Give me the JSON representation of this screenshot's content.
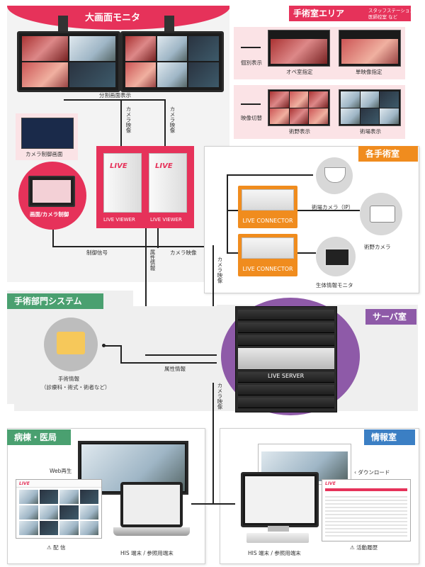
{
  "sections": {
    "large_monitor": "大画面モニタ",
    "or_area": "手術室エリア",
    "or_area_sub1": "スタッフステーション",
    "or_area_sub2": "医師控室 など",
    "each_or": "各手術室",
    "dept_system": "手術部門システム",
    "server_room": "サーバ室",
    "ward": "病棟・医局",
    "info_room": "情報室"
  },
  "labels": {
    "split_display": "分割画面表示",
    "camera_video_1": "カメラ映像",
    "camera_video_2": "カメラ映像",
    "camera_control_screen": "カメラ制御画面",
    "screen_camera_control": "画面/カメラ制御",
    "control_signal": "制御信号",
    "attribute_info_v": "属性情報",
    "camera_video_3": "カメラ映像",
    "camera_video_4": "カメラ映像",
    "individual_display": "個別表示",
    "or_room_select": "オペ室指定",
    "single_video_select": "単映像指定",
    "video_switch": "映像切替",
    "surgical_field_display": "術野表示",
    "operating_field_display": "術場表示",
    "field_camera_ip": "術場カメラ（IP）",
    "surgical_camera": "術野カメラ",
    "vital_monitor": "生体情報モニタ",
    "surgery_info": "手術情報",
    "surgery_info_sub": "（診療科・術式・術者など）",
    "attribute_info_h": "属性情報",
    "camera_video_5": "カメラ映像",
    "web_playback": "Web再生",
    "distribution": "⚠ 配 信",
    "his_terminal_1": "HIS 端末 / 参照用端末",
    "download": "‹ ダウンロード",
    "his_terminal_2": "HIS 端末 / 参照用端末",
    "activity_log": "⚠ 活動履歴"
  },
  "devices": {
    "viewer_1": "LIVE VIEWER",
    "viewer_2": "LIVE VIEWER",
    "connector_1": "LIVE CONNECTOR",
    "connector_2": "LIVE CONNECTOR",
    "server": "LIVE SERVER",
    "brand": "LIVE"
  },
  "colors": {
    "pink": "#e6325a",
    "orange": "#f08c1e",
    "green": "#4aa070",
    "purple": "#8e5aa8",
    "blue": "#3b7fc4"
  }
}
